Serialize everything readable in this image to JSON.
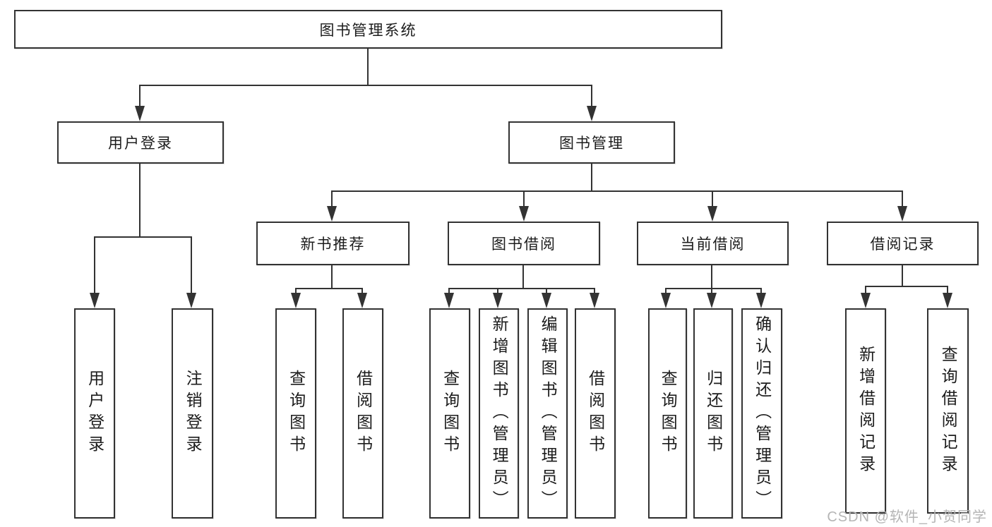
{
  "tree": {
    "root": {
      "label": "图书管理系统"
    },
    "user_login": {
      "label": "用户登录",
      "children": [
        "用户登录",
        "注销登录"
      ]
    },
    "book_management": {
      "label": "图书管理",
      "sections": {
        "new_book_recommend": {
          "label": "新书推荐",
          "children": [
            "查询图书",
            "借阅图书"
          ]
        },
        "book_borrowing": {
          "label": "图书借阅",
          "children": [
            "查询图书",
            "新增图书（管理员）",
            "编辑图书（管理员）",
            "借阅图书"
          ]
        },
        "current_borrowing": {
          "label": "当前借阅",
          "children": [
            "查询图书",
            "归还图书",
            "确认归还（管理员）"
          ]
        },
        "borrowing_records": {
          "label": "借阅记录",
          "children": [
            "新增借阅记录",
            "查询借阅记录"
          ]
        }
      }
    }
  },
  "watermark": "CSDN @软件_小贺同学",
  "colors": {
    "line": "#333333",
    "background": "#ffffff",
    "text": "#1c1c1c",
    "watermark": "#b5b5b5"
  }
}
